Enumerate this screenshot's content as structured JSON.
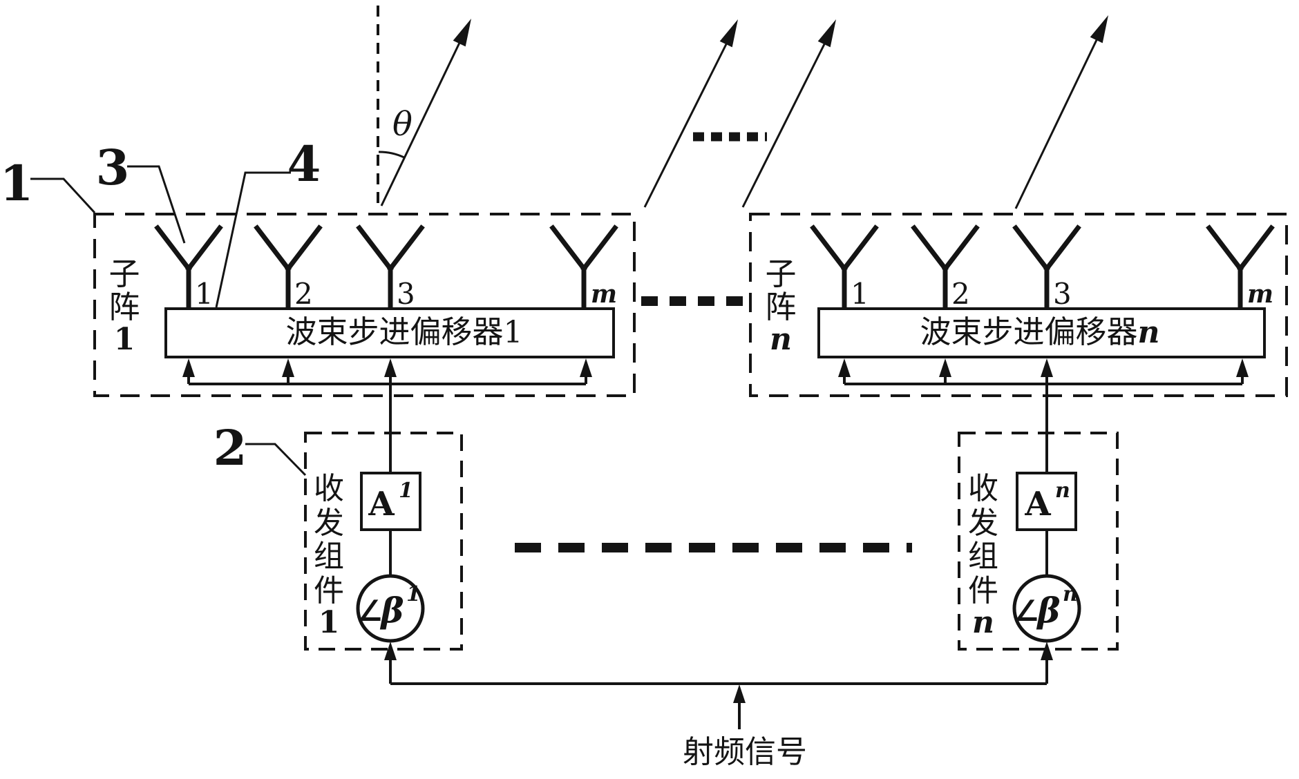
{
  "figure": {
    "theta": "θ",
    "rf_signal": "射频信号",
    "refs": {
      "r1": "1",
      "r2": "2",
      "r3": "3",
      "r4": "4"
    }
  },
  "subarray_left": {
    "name_chars": [
      "子",
      "阵"
    ],
    "index": "1",
    "antennas": [
      "1",
      "2",
      "3",
      "m"
    ],
    "shifter_name": "波束步进偏移器",
    "shifter_index": "1"
  },
  "subarray_right": {
    "name_chars": [
      "子",
      "阵"
    ],
    "index": "n",
    "antennas": [
      "1",
      "2",
      "3",
      "m"
    ],
    "shifter_name": "波束步进偏移器",
    "shifter_index": "n"
  },
  "transceiver_left": {
    "name_chars": [
      "收",
      "发",
      "组",
      "件"
    ],
    "index": "1",
    "amp": "A",
    "amp_sup": "1",
    "phase_angle": "∠",
    "phase_beta": "β",
    "phase_sup": "1"
  },
  "transceiver_right": {
    "name_chars": [
      "收",
      "发",
      "组",
      "件"
    ],
    "index": "n",
    "amp": "A",
    "amp_sup": "n",
    "phase_angle": "∠",
    "phase_beta": "β",
    "phase_sup": "n"
  }
}
